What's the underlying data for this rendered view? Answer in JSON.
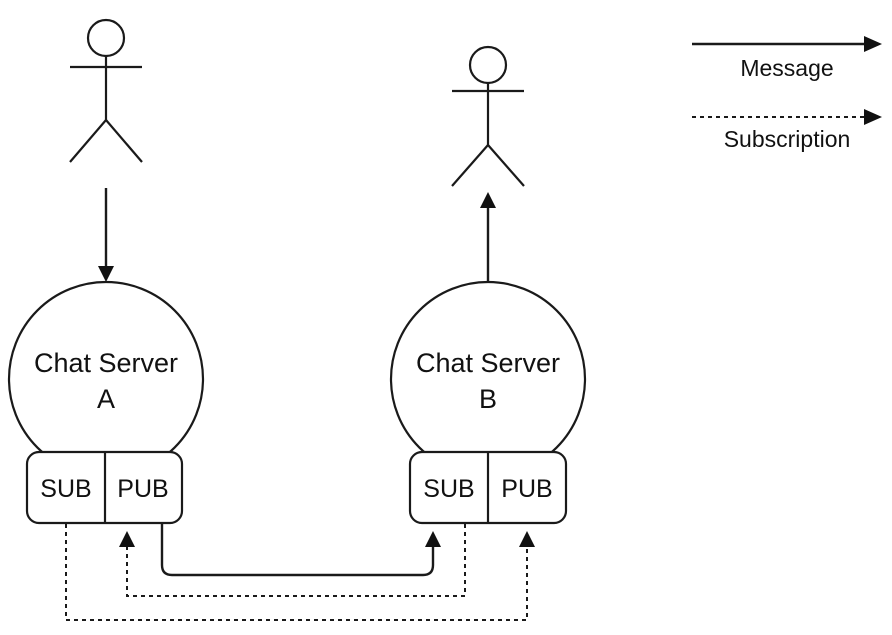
{
  "servers": [
    {
      "name_line1": "Chat Server",
      "name_line2": "A",
      "sub_label": "SUB",
      "pub_label": "PUB"
    },
    {
      "name_line1": "Chat Server",
      "name_line2": "B",
      "sub_label": "SUB",
      "pub_label": "PUB"
    }
  ],
  "legend": {
    "message_label": "Message",
    "subscription_label": "Subscription"
  }
}
